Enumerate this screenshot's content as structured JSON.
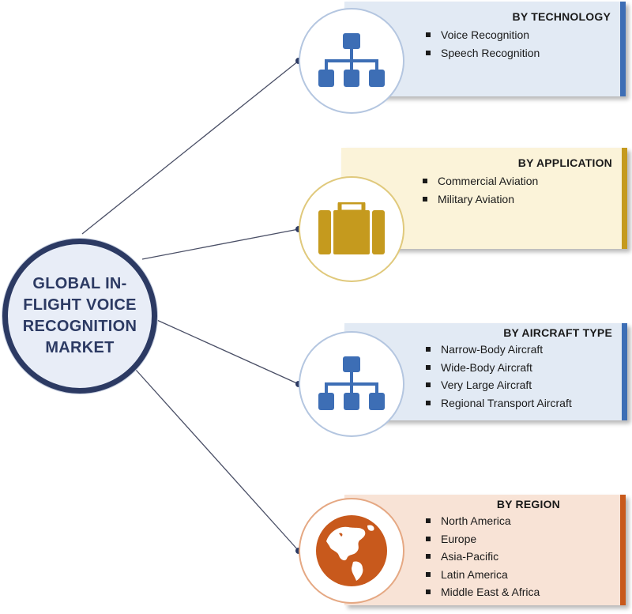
{
  "hub": {
    "title": "GLOBAL IN-FLIGHT VOICE RECOGNITION MARKET"
  },
  "segments": [
    {
      "title": "BY TECHNOLOGY",
      "items": [
        "Voice Recognition",
        "Speech Recognition"
      ],
      "icon": "org-chart-icon",
      "accent": "#3d6eb5",
      "panel": "#e2eaf4"
    },
    {
      "title": "BY APPLICATION",
      "items": [
        "Commercial Aviation",
        "Military Aviation"
      ],
      "icon": "briefcase-icon",
      "accent": "#c59a1e",
      "panel": "#fbf3d9"
    },
    {
      "title": "BY AIRCRAFT  TYPE",
      "items": [
        "Narrow-Body  Aircraft",
        "Wide-Body Aircraft",
        "Very Large Aircraft",
        "Regional Transport Aircraft"
      ],
      "icon": "org-chart-icon",
      "accent": "#3d6eb5",
      "panel": "#e2eaf4"
    },
    {
      "title": "BY REGION",
      "items": [
        "North America",
        "Europe",
        "Asia-Pacific",
        "Latin America",
        "Middle East & Africa"
      ],
      "icon": "globe-icon",
      "accent": "#c8591c",
      "panel": "#f8e3d6"
    }
  ],
  "colors": {
    "hub_ring": "#2c3a63",
    "hub_fill": "#e8edf7",
    "connector": "#4a4f66"
  }
}
